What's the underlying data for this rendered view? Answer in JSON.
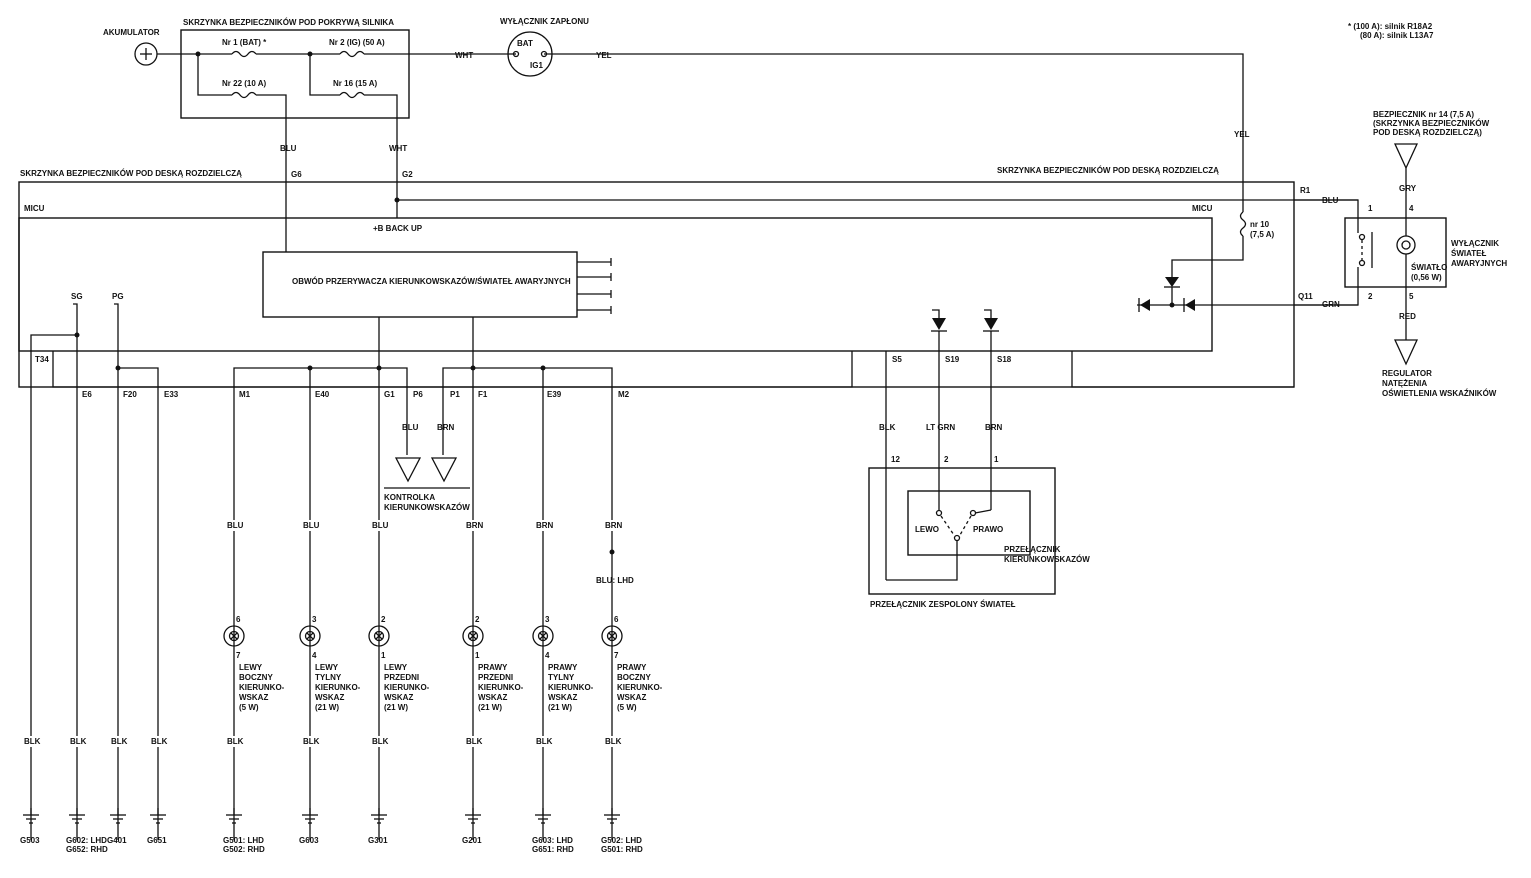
{
  "top": {
    "battery_label": "AKUMULATOR",
    "underhood_box_label": "SKRZYNKA BEZPIECZNIKÓW POD POKRYWĄ SILNIKA",
    "fuse1": "Nr 1 (BAT) *",
    "fuse2": "Nr 2 (IG) (50 A)",
    "fuse22": "Nr 22 (10 A)",
    "fuse16": "Nr 16 (15 A)",
    "ignition_label": "WYŁĄCZNIK ZAPŁONU",
    "ign_bat": "BAT",
    "ign_ig1": "IG1",
    "wht1": "WHT",
    "yel1": "YEL",
    "yel2": "YEL",
    "blu_g6": "BLU",
    "wht_g2": "WHT",
    "note1": "*   (100 A): silnik R18A2",
    "note2": "(80 A): silnik L13A7"
  },
  "dash": {
    "box_label_left": "SKRZYNKA BEZPIECZNIKÓW POD DESKĄ ROZDZIELCZĄ",
    "box_label_right": "SKRZYNKA BEZPIECZNIKÓW POD DESKĄ ROZDZIELCZĄ",
    "micu_left": "MICU",
    "micu_right": "MICU",
    "g6": "G6",
    "g2": "G2",
    "backup": "+B BACK UP",
    "r1": "R1",
    "q11": "Q11",
    "blu_r1": "BLU",
    "grn_q11": "GRN",
    "fuse10_a": "nr 10",
    "fuse10_b": "(7,5 A)",
    "flasher": "OBWÓD PRZERYWACZA KIERUNKOWSKAZÓW/ŚWIATEŁ AWARYJNYCH",
    "sg": "SG",
    "pg": "PG",
    "t34": "T34"
  },
  "hazard": {
    "fuse14_a": "BEZPIECZNIK nr 14 (7,5 A)",
    "fuse14_b": "(SKRZYNKA BEZPIECZNIKÓW",
    "fuse14_c": "POD DESKĄ ROZDZIELCZĄ)",
    "gry": "GRY",
    "red": "RED",
    "pin1": "1",
    "pin4": "4",
    "pin2": "2",
    "pin5": "5",
    "switch_a": "WYŁĄCZNIK",
    "switch_b": "ŚWIATEŁ",
    "switch_c": "AWARYJNYCH",
    "light_a": "ŚWIATŁO",
    "light_b": "(0,56 W)",
    "reg_a": "REGULATOR",
    "reg_b": "NATĘŻENIA",
    "reg_c": "OŚWIETLENIA WSKAŹNIKÓW"
  },
  "connectors": {
    "e6": "E6",
    "f20": "F20",
    "e33": "E33",
    "m1": "M1",
    "e40": "E40",
    "g1": "G1",
    "p6": "P6",
    "p1": "P1",
    "f1": "F1",
    "e39": "E39",
    "m2": "M2",
    "s5": "S5",
    "s19": "S19",
    "s18": "S18"
  },
  "indicator": {
    "blu": "BLU",
    "brn": "BRN",
    "label_a": "KONTROLKA",
    "label_b": "KIERUNKOWSKAZÓW"
  },
  "combo": {
    "blk": "BLK",
    "ltgrn": "LT GRN",
    "brn": "BRN",
    "p12": "12",
    "p2": "2",
    "p1": "1",
    "left": "LEWO",
    "right": "PRAWO",
    "turn_a": "PRZEŁĄCZNIK",
    "turn_b": "KIERUNKOWSKAZÓW",
    "combo_label": "PRZEŁĄCZNIK ZESPOLONY ŚWIATEŁ"
  },
  "lamps": [
    {
      "wire": "BLU",
      "pin_top": "6",
      "pin_bot": "7",
      "lines": [
        "LEWY",
        "BOCZNY",
        "KIERUNKO-",
        "WSKAZ",
        "(5 W)"
      ]
    },
    {
      "wire": "BLU",
      "pin_top": "3",
      "pin_bot": "4",
      "lines": [
        "LEWY",
        "TYLNY",
        "KIERUNKO-",
        "WSKAZ",
        "(21 W)"
      ]
    },
    {
      "wire": "BLU",
      "pin_top": "2",
      "pin_bot": "1",
      "lines": [
        "LEWY",
        "PRZEDNI",
        "KIERUNKO-",
        "WSKAZ",
        "(21 W)"
      ]
    },
    {
      "wire": "BRN",
      "pin_top": "2",
      "pin_bot": "1",
      "lines": [
        "PRAWY",
        "PRZEDNI",
        "KIERUNKO-",
        "WSKAZ",
        "(21 W)"
      ]
    },
    {
      "wire": "BRN",
      "pin_top": "3",
      "pin_bot": "4",
      "lines": [
        "PRAWY",
        "TYLNY",
        "KIERUNKO-",
        "WSKAZ",
        "(21 W)"
      ]
    },
    {
      "wire": "BRN",
      "pin_top": "6",
      "pin_bot": "7",
      "lines": [
        "PRAWY",
        "BOCZNY",
        "KIERUNKO-",
        "WSKAZ",
        "(5 W)"
      ]
    }
  ],
  "blu_lhd": "BLU: LHD",
  "grounds": [
    {
      "wire": "BLK",
      "lines": [
        "G503"
      ]
    },
    {
      "wire": "BLK",
      "lines": [
        "G602: LHD",
        "G652: RHD"
      ]
    },
    {
      "wire": "BLK",
      "lines": [
        "G401"
      ]
    },
    {
      "wire": "BLK",
      "lines": [
        "G651"
      ]
    },
    {
      "wire": "BLK",
      "lines": [
        "G501: LHD",
        "G502: RHD"
      ]
    },
    {
      "wire": "BLK",
      "lines": [
        "G603"
      ]
    },
    {
      "wire": "BLK",
      "lines": [
        "G301"
      ]
    },
    {
      "wire": "BLK",
      "lines": [
        "G201"
      ]
    },
    {
      "wire": "BLK",
      "lines": [
        "G603: LHD",
        "G651: RHD"
      ]
    },
    {
      "wire": "BLK",
      "lines": [
        "G502: LHD",
        "G501: RHD"
      ]
    }
  ]
}
